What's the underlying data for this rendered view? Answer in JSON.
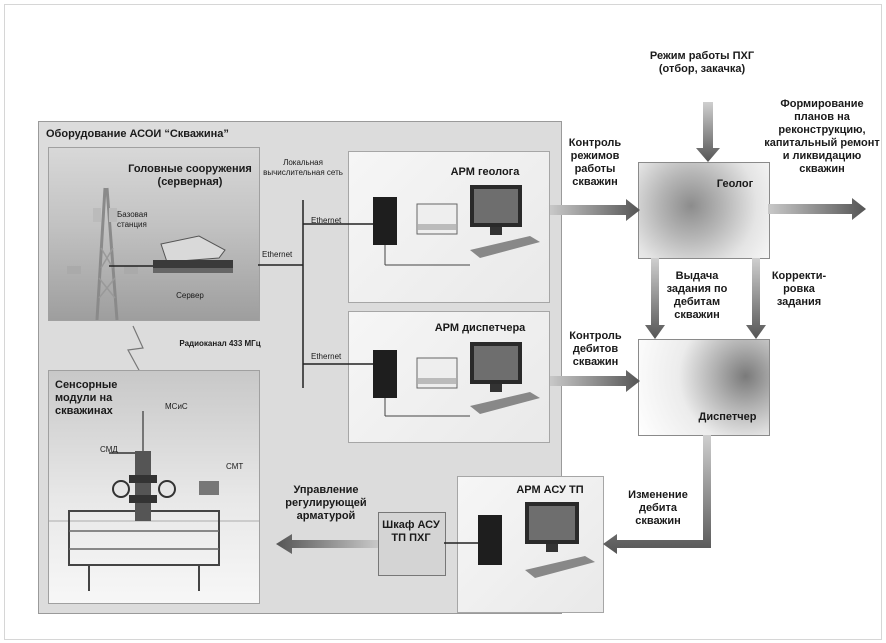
{
  "title_box": "Оборудование АСОИ “Скважина”",
  "head_structures": {
    "title": "Головные сооружения (серверная)",
    "base_station": "Базовая станция",
    "server": "Сервер"
  },
  "lan": {
    "label": "Локальная вычислительная сеть",
    "ethernet": "Ethernet"
  },
  "radio": "Радиоканал 433 МГц",
  "sensor": {
    "title": "Сенсорные модули на скважинах",
    "msis": "МСиС",
    "smd": "СМД",
    "smt": "СМТ"
  },
  "arm_geolog": "АРМ геолога",
  "arm_dispatcher": "АРМ диспетчера",
  "arm_asu": "АРМ АСУ ТП",
  "geolog": "Геолог",
  "dispatcher": "Диспетчер",
  "mode_pxg": "Режим работы ПХГ (отбор, закачка)",
  "forming_plans": "Формирование планов на реконструкцию, капитальный ремонт и ликвидацию скважин",
  "control_modes": "Контроль режимов работы скважин",
  "control_debits": "Контроль дебитов скважин",
  "task_issue": "Выдача задания по дебитам скважин",
  "task_correction": "Корректи-ровка задания",
  "debit_change": "Изменение дебита скважин",
  "cabinet": "Шкаф АСУ ТП ПХГ",
  "valve_control": "Управление регулирующей арматурой"
}
